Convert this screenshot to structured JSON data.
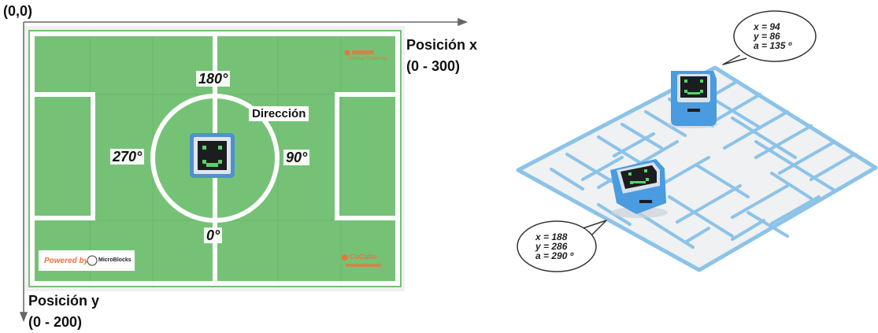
{
  "field": {
    "origin_label": "(0,0)",
    "x_axis_label": "Posición x",
    "x_axis_range": "(0 - 300)",
    "y_axis_label": "Posición y",
    "y_axis_range": "(0 - 200)",
    "direction_label": "Dirección",
    "angles": {
      "top": "180°",
      "right": "90°",
      "bottom": "0°",
      "left": "270°"
    },
    "logo_top_right_line1": "",
    "logo_top_right_line2": "Football Challenge",
    "powered_by": "Powered by",
    "microblocks": "MicroBlocks",
    "cocube": "CoCube",
    "colors": {
      "grass": "#75c277",
      "lines": "#ffffff",
      "robot_blue": "#4f91cf",
      "accent": "#e8743b"
    }
  },
  "maze": {
    "robot_top": {
      "x": "x = 94",
      "y": "y = 86",
      "a": "a = 135 º"
    },
    "robot_bottom": {
      "x": "x = 188",
      "y": "y = 286",
      "a": "a = 290 º"
    },
    "colors": {
      "floor": "#f0f1f2",
      "walls": "#8cc3e8",
      "robot_blue": "#4a9be0"
    }
  }
}
